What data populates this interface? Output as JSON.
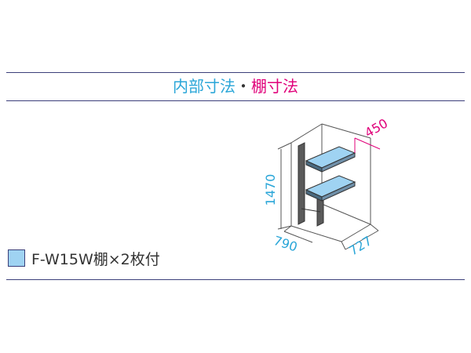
{
  "heading": {
    "part_a": "内部寸法",
    "separator": "・",
    "part_b": "棚寸法",
    "color_a": "#2aa6d8",
    "color_b": "#e0007a"
  },
  "legend": {
    "swatch_color": "#9fd3f2",
    "label": "F-W15W棚×2枚付"
  },
  "dimensions": {
    "height": "1470",
    "width": "790",
    "depth": "727",
    "shelf_depth": "450"
  }
}
